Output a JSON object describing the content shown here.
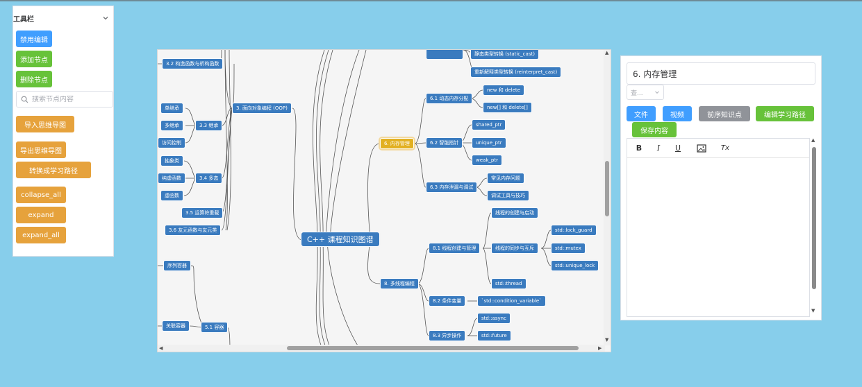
{
  "toolbar": {
    "title": "工具栏",
    "disable_edit": "禁用编辑",
    "add_node": "添加节点",
    "delete_node": "删除节点",
    "search_placeholder": "搜索节点内容",
    "import_map": "导入思维导图",
    "export_map": "导出思维导图",
    "to_learning_path": "转换成学习路径",
    "collapse_all": "collapse_all",
    "expand": "expand",
    "expand_all": "expand_all"
  },
  "mindmap": {
    "root": "C++ 课程知识图谱",
    "nodes": {
      "n_static_cast": "静态类型转换 (static_cast)",
      "n_reinterpret": "重新解释类型转换 (reinterpret_cast)",
      "n_3_2": "3.2 构造函数与析构函数",
      "n_3": "3. 面向对象编程 (OOP)",
      "n_single": "单继承",
      "n_multi": "多继承",
      "n_access": "访问控制",
      "n_3_3": "3.3 继承",
      "n_abstract": "抽象类",
      "n_pure": "纯虚函数",
      "n_virtual": "虚函数",
      "n_3_4": "3.4 多态",
      "n_3_5": "3.5 运算符重载",
      "n_3_6": "3.6 友元函数与友元类",
      "n_seq": "序列容器",
      "n_assoc": "关联容器",
      "n_5_1": "5.1 容器",
      "n_6": "6. 内存管理",
      "n_6_1": "6.1 动态内存分配",
      "n_new_delete": "new 和 delete",
      "n_new_arr": "new[] 和 delete[]",
      "n_6_2": "6.2 智能指针",
      "n_shared": "shared_ptr",
      "n_unique": "unique_ptr",
      "n_weak": "weak_ptr",
      "n_6_3": "6.3 内存泄漏与调试",
      "n_common_leak": "常见内存问题",
      "n_debug_tools": "调试工具与技巧",
      "n_8": "8. 多线程编程",
      "n_8_1": "8.1 线程创建与管理",
      "n_thread_create": "线程的创建与启动",
      "n_thread_sync": "线程的同步与互斥",
      "n_lock_guard": "std::lock_guard",
      "n_mutex": "std::mutex",
      "n_unique_lock": "std::unique_lock",
      "n_std_thread": "std::thread",
      "n_8_2": "8.2 条件变量",
      "n_cond_var": "`std::condition_variable`",
      "n_8_3": "8.3 异步操作",
      "n_async": "std::async",
      "n_future": "std::future"
    }
  },
  "detail": {
    "title_value": "6. 内存管理",
    "select_placeholder": "查...",
    "btn_file": "文件",
    "btn_video": "视频",
    "btn_prereq": "前序知识点",
    "btn_edit_path": "编辑学习路径",
    "btn_save": "保存内容",
    "editor_tools": {
      "bold": "B",
      "italic": "I",
      "underline": "U",
      "clear": "Tx"
    }
  },
  "colors": {
    "background": "#87ceeb",
    "node": "#3a7bbf",
    "selected_node": "#e2b021",
    "primary": "#409eff",
    "success": "#67c23a",
    "warning": "#e6a23c",
    "info": "#909399"
  }
}
